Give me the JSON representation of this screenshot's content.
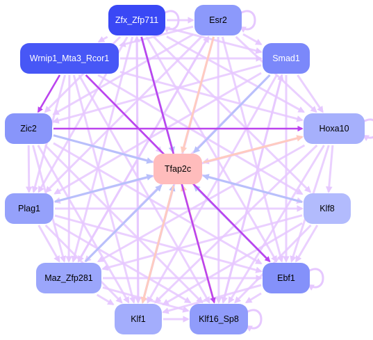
{
  "network": {
    "nodes": [
      {
        "id": "zfx",
        "label": "Zfx_Zfp711",
        "fill": "#3a48f5",
        "text_color": "#ffffff"
      },
      {
        "id": "esr2",
        "label": "Esr2",
        "fill": "#8c99fb",
        "text_color": "#000000"
      },
      {
        "id": "wrnip1",
        "label": "Wrnip1_Mta3_Rcor1",
        "fill": "#4757f6",
        "text_color": "#ffffff"
      },
      {
        "id": "smad1",
        "label": "Smad1",
        "fill": "#7b88fa",
        "text_color": "#ffffff"
      },
      {
        "id": "zic2",
        "label": "Zic2",
        "fill": "#8895fa",
        "text_color": "#000000"
      },
      {
        "id": "hoxa10",
        "label": "Hoxa10",
        "fill": "#a6b0fc",
        "text_color": "#000000"
      },
      {
        "id": "tfap2c",
        "label": "Tfap2c",
        "fill": "#ffbcbc",
        "text_color": "#000000"
      },
      {
        "id": "plag1",
        "label": "Plag1",
        "fill": "#95a1fb",
        "text_color": "#000000"
      },
      {
        "id": "klf8",
        "label": "Klf8",
        "fill": "#b2bbfd",
        "text_color": "#000000"
      },
      {
        "id": "maz",
        "label": "Maz_Zfp281",
        "fill": "#9ba6fb",
        "text_color": "#000000"
      },
      {
        "id": "ebf1",
        "label": "Ebf1",
        "fill": "#8491fa",
        "text_color": "#000000"
      },
      {
        "id": "klf1",
        "label": "Klf1",
        "fill": "#a3adfc",
        "text_color": "#000000"
      },
      {
        "id": "klf16",
        "label": "Klf16_Sp8",
        "fill": "#909cfb",
        "text_color": "#000000"
      }
    ],
    "edge_colors": {
      "weak": "#e6c8ff",
      "strong": "#bb44ee",
      "blue": "#b8c0fb",
      "salmon": "#ffcbc0"
    },
    "edges": [
      {
        "from": "wrnip1",
        "to": "zic2",
        "style": "strong"
      },
      {
        "from": "wrnip1",
        "to": "ebf1",
        "style": "strong"
      },
      {
        "from": "zfx",
        "to": "klf16",
        "style": "strong"
      },
      {
        "from": "zic2",
        "to": "hoxa10",
        "style": "strong"
      },
      {
        "from": "zfx",
        "to": "tfap2c",
        "style": "blue"
      },
      {
        "from": "esr2",
        "to": "tfap2c",
        "style": "salmon"
      },
      {
        "from": "smad1",
        "to": "tfap2c",
        "style": "blue"
      },
      {
        "from": "zic2",
        "to": "tfap2c",
        "style": "blue"
      },
      {
        "from": "plag1",
        "to": "tfap2c",
        "style": "blue"
      },
      {
        "from": "klf8",
        "to": "tfap2c",
        "style": "blue"
      },
      {
        "from": "maz",
        "to": "tfap2c",
        "style": "blue"
      },
      {
        "from": "klf1",
        "to": "tfap2c",
        "style": "blue"
      },
      {
        "from": "klf16",
        "to": "tfap2c",
        "style": "salmon"
      },
      {
        "from": "ebf1",
        "to": "tfap2c",
        "style": "blue"
      },
      {
        "from": "tfap2c",
        "to": "hoxa10",
        "style": "salmon"
      },
      {
        "from": "tfap2c",
        "to": "klf1",
        "style": "salmon"
      },
      {
        "from": "wrnip1",
        "to": "tfap2c",
        "style": "weak"
      },
      {
        "from": "hoxa10",
        "to": "tfap2c",
        "style": "weak"
      },
      {
        "from": "zfx",
        "to": "esr2",
        "style": "weak"
      },
      {
        "from": "zfx",
        "to": "wrnip1",
        "style": "weak"
      },
      {
        "from": "zfx",
        "to": "smad1",
        "style": "weak"
      },
      {
        "from": "zfx",
        "to": "zic2",
        "style": "weak"
      },
      {
        "from": "zfx",
        "to": "hoxa10",
        "style": "weak"
      },
      {
        "from": "zfx",
        "to": "plag1",
        "style": "weak"
      },
      {
        "from": "zfx",
        "to": "klf8",
        "style": "weak"
      },
      {
        "from": "zfx",
        "to": "maz",
        "style": "weak"
      },
      {
        "from": "zfx",
        "to": "ebf1",
        "style": "weak"
      },
      {
        "from": "zfx",
        "to": "klf1",
        "style": "weak"
      },
      {
        "from": "esr2",
        "to": "wrnip1",
        "style": "weak"
      },
      {
        "from": "esr2",
        "to": "smad1",
        "style": "weak"
      },
      {
        "from": "esr2",
        "to": "zic2",
        "style": "weak"
      },
      {
        "from": "esr2",
        "to": "hoxa10",
        "style": "weak"
      },
      {
        "from": "esr2",
        "to": "plag1",
        "style": "weak"
      },
      {
        "from": "esr2",
        "to": "maz",
        "style": "weak"
      },
      {
        "from": "esr2",
        "to": "ebf1",
        "style": "weak"
      },
      {
        "from": "esr2",
        "to": "klf1",
        "style": "weak"
      },
      {
        "from": "esr2",
        "to": "klf16",
        "style": "weak"
      },
      {
        "from": "wrnip1",
        "to": "smad1",
        "style": "weak"
      },
      {
        "from": "wrnip1",
        "to": "hoxa10",
        "style": "weak"
      },
      {
        "from": "wrnip1",
        "to": "plag1",
        "style": "weak"
      },
      {
        "from": "wrnip1",
        "to": "klf8",
        "style": "weak"
      },
      {
        "from": "wrnip1",
        "to": "maz",
        "style": "weak"
      },
      {
        "from": "wrnip1",
        "to": "klf1",
        "style": "weak"
      },
      {
        "from": "wrnip1",
        "to": "klf16",
        "style": "weak"
      },
      {
        "from": "smad1",
        "to": "zic2",
        "style": "weak"
      },
      {
        "from": "smad1",
        "to": "hoxa10",
        "style": "weak"
      },
      {
        "from": "smad1",
        "to": "plag1",
        "style": "weak"
      },
      {
        "from": "smad1",
        "to": "maz",
        "style": "weak"
      },
      {
        "from": "smad1",
        "to": "ebf1",
        "style": "weak"
      },
      {
        "from": "smad1",
        "to": "klf1",
        "style": "weak"
      },
      {
        "from": "smad1",
        "to": "klf16",
        "style": "weak"
      },
      {
        "from": "zic2",
        "to": "plag1",
        "style": "weak"
      },
      {
        "from": "zic2",
        "to": "klf8",
        "style": "weak"
      },
      {
        "from": "zic2",
        "to": "maz",
        "style": "weak"
      },
      {
        "from": "zic2",
        "to": "ebf1",
        "style": "weak"
      },
      {
        "from": "zic2",
        "to": "klf1",
        "style": "weak"
      },
      {
        "from": "zic2",
        "to": "klf16",
        "style": "weak"
      },
      {
        "from": "hoxa10",
        "to": "plag1",
        "style": "weak"
      },
      {
        "from": "hoxa10",
        "to": "klf8",
        "style": "weak"
      },
      {
        "from": "hoxa10",
        "to": "maz",
        "style": "weak"
      },
      {
        "from": "hoxa10",
        "to": "ebf1",
        "style": "weak"
      },
      {
        "from": "hoxa10",
        "to": "klf1",
        "style": "weak"
      },
      {
        "from": "hoxa10",
        "to": "klf16",
        "style": "weak"
      },
      {
        "from": "plag1",
        "to": "klf8",
        "style": "weak"
      },
      {
        "from": "plag1",
        "to": "maz",
        "style": "weak"
      },
      {
        "from": "plag1",
        "to": "ebf1",
        "style": "weak"
      },
      {
        "from": "plag1",
        "to": "klf1",
        "style": "weak"
      },
      {
        "from": "plag1",
        "to": "klf16",
        "style": "weak"
      },
      {
        "from": "klf8",
        "to": "maz",
        "style": "weak"
      },
      {
        "from": "klf8",
        "to": "ebf1",
        "style": "weak"
      },
      {
        "from": "klf8",
        "to": "klf1",
        "style": "weak"
      },
      {
        "from": "klf8",
        "to": "klf16",
        "style": "weak"
      },
      {
        "from": "maz",
        "to": "ebf1",
        "style": "weak"
      },
      {
        "from": "maz",
        "to": "klf1",
        "style": "weak"
      },
      {
        "from": "maz",
        "to": "klf16",
        "style": "weak"
      },
      {
        "from": "ebf1",
        "to": "klf1",
        "style": "weak"
      },
      {
        "from": "ebf1",
        "to": "klf16",
        "style": "weak"
      },
      {
        "from": "klf1",
        "to": "klf16",
        "style": "weak"
      },
      {
        "from": "klf16",
        "to": "smad1",
        "style": "weak"
      },
      {
        "from": "klf1",
        "to": "zfx",
        "style": "weak"
      },
      {
        "from": "maz",
        "to": "esr2",
        "style": "weak"
      }
    ],
    "self_loops": [
      "zfx",
      "esr2",
      "hoxa10",
      "ebf1",
      "klf16"
    ]
  }
}
